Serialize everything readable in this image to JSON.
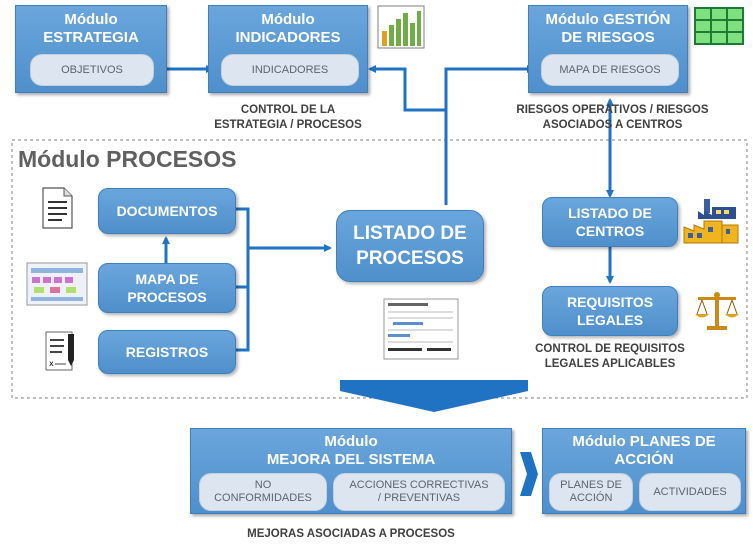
{
  "modules": {
    "estrategia": {
      "title_1": "Módulo",
      "title_2": "ESTRATEGIA",
      "pill": "OBJETIVOS"
    },
    "indicadores": {
      "title_1": "Módulo",
      "title_2": "INDICADORES",
      "pill": "INDICADORES",
      "caption_1": "CONTROL DE LA",
      "caption_2": "ESTRATEGIA / PROCESOS"
    },
    "riesgos": {
      "title_1": "Módulo GESTIÓN",
      "title_2": "DE RIESGOS",
      "pill": "MAPA DE RIESGOS",
      "caption_1": "RIESGOS OPERATIVOS / RIESGOS",
      "caption_2": "ASOCIADOS A CENTROS"
    },
    "procesos": {
      "title": "Módulo PROCESOS",
      "documentos": "DOCUMENTOS",
      "mapa_1": "MAPA DE",
      "mapa_2": "PROCESOS",
      "registros": "REGISTROS",
      "listado_1": "LISTADO DE",
      "listado_2": "PROCESOS",
      "centros_1": "LISTADO DE",
      "centros_2": "CENTROS",
      "requisitos_1": "REQUISITOS",
      "requisitos_2": "LEGALES",
      "req_caption_1": "CONTROL DE REQUISITOS",
      "req_caption_2": "LEGALES APLICABLES"
    },
    "mejora": {
      "title_1": "Módulo",
      "title_2": "MEJORA DEL SISTEMA",
      "pill1_1": "NO",
      "pill1_2": "CONFORMIDADES",
      "pill2_1": "ACCIONES CORRECTIVAS",
      "pill2_2": "/ PREVENTIVAS",
      "caption": "MEJORAS ASOCIADAS A PROCESOS"
    },
    "planes": {
      "title_1": "Módulo PLANES DE",
      "title_2": "ACCIÓN",
      "pill1_1": "PLANES DE",
      "pill1_2": "ACCIÓN",
      "pill2": "ACTIVIDADES"
    }
  },
  "icons": [
    "bar-chart-icon",
    "risk-matrix-icon",
    "document-icon",
    "process-map-icon",
    "record-pen-icon",
    "report-sheet-icon",
    "factory-icon",
    "scales-icon"
  ],
  "colors": {
    "module_fill": "#5b9bd5",
    "pill_fill": "#dde6f0",
    "arrow": "#1f73c2",
    "frame_dash": "#808080"
  }
}
